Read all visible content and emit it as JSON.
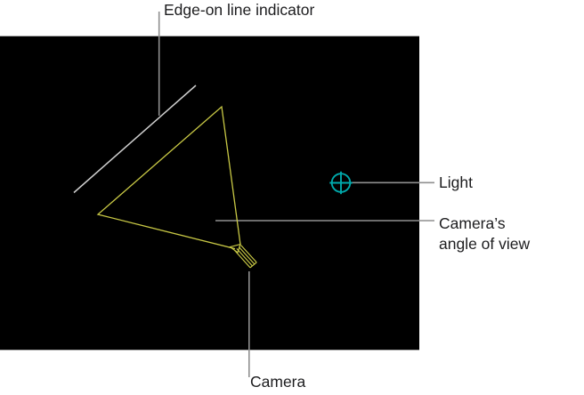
{
  "figure": {
    "description": "Annotated canvas viewport showing a camera's angle of view, an edge-on line indicator, a light, and a camera",
    "labels": {
      "edge_on": "Edge-on line indicator",
      "light": "Light",
      "camera_angle_line1": "Camera’s",
      "camera_angle_line2": "angle of view",
      "camera": "Camera"
    },
    "icons": {
      "light": "crosshair-circle-icon",
      "camera": "wireframe-camera-icon",
      "edge_on": "diagonal-edge-on-line"
    },
    "colors": {
      "page_bg": "#ffffff",
      "viewport_bg": "#000000",
      "viewport_border": "#a8a8a8",
      "wireframe_yellow": "#c8c845",
      "edge_line": "#cfcfcf",
      "light_teal": "#00a9ab",
      "callout_gray": "#8f8f8f",
      "label_text": "#1d1d1f"
    }
  }
}
